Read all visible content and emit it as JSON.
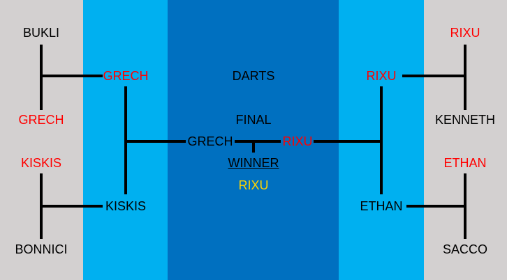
{
  "bracket": {
    "title": "DARTS",
    "final_label": "FINAL",
    "winner_label": "WINNER",
    "winner_name": "RIXU",
    "left": {
      "r1_top_a": "BUKLI",
      "r1_top_b": "GRECH",
      "r1_bottom_a": "KISKIS",
      "r1_bottom_b": "BONNICI",
      "r2_top": "GRECH",
      "r2_bottom": "KISKIS",
      "finalist": "GRECH"
    },
    "right": {
      "r1_top_a": "RIXU",
      "r1_top_b": "KENNETH",
      "r1_bottom_a": "ETHAN",
      "r1_bottom_b": "SACCO",
      "r2_top": "RIXU",
      "r2_bottom": "ETHAN",
      "finalist": "RIXU"
    }
  },
  "colors": {
    "outer_band": "#d3d0d0",
    "mid_band": "#00b0f0",
    "center_band": "#0070c0",
    "advanced_name": "#ff0000",
    "eliminated_name": "#000000",
    "winner_name": "#ffd400"
  }
}
